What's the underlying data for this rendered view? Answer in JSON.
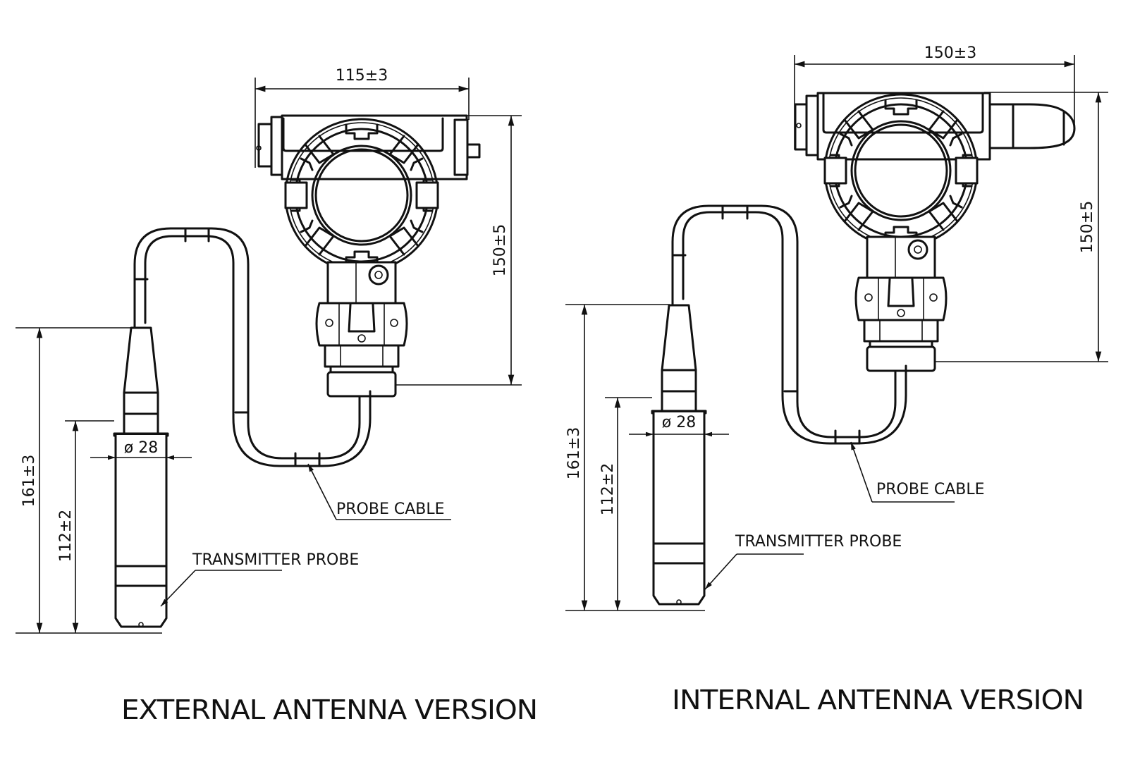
{
  "drawings": [
    {
      "id": "external",
      "title": "EXTERNAL ANTENNA VERSION",
      "dimensions": {
        "head_width": "115±3",
        "head_height": "150±5",
        "overall_probe_length": "161±3",
        "probe_body_length": "112±2",
        "probe_diameter": "ø 28"
      },
      "callouts": {
        "cable": "PROBE CABLE",
        "probe": "TRANSMITTER PROBE"
      }
    },
    {
      "id": "internal",
      "title": "INTERNAL ANTENNA VERSION",
      "dimensions": {
        "head_width": "150±3",
        "head_height": "150±5",
        "overall_probe_length": "161±3",
        "probe_body_length": "112±2",
        "probe_diameter": "ø 28"
      },
      "callouts": {
        "cable": "PROBE CABLE",
        "probe": "TRANSMITTER PROBE"
      }
    }
  ],
  "colors": {
    "line": "#111111",
    "background": "#ffffff"
  }
}
